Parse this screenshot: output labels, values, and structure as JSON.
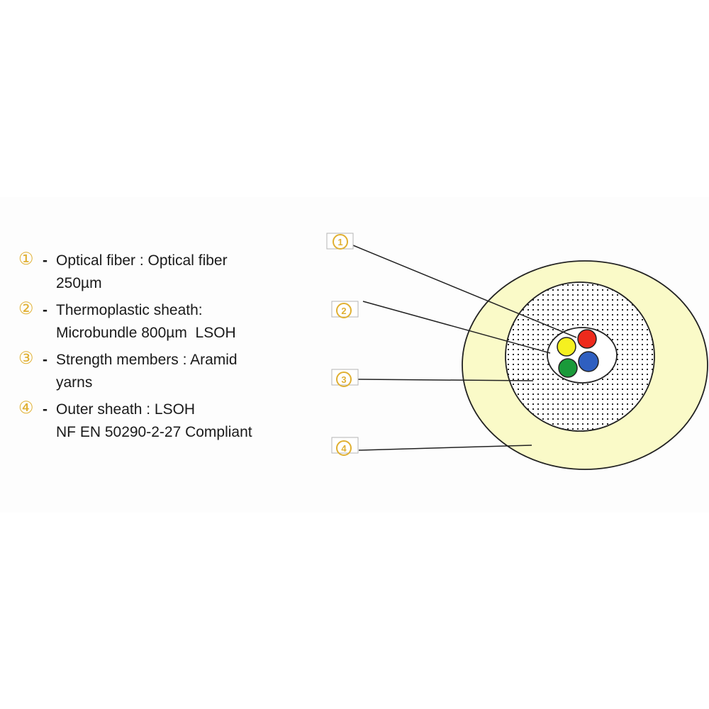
{
  "legend": {
    "items": [
      {
        "num": "①",
        "line1": "Optical fiber : Optical fiber",
        "line2": "250µm"
      },
      {
        "num": "②",
        "line1": "Thermoplastic sheath:",
        "line2": "Microbundle 800µm  LSOH"
      },
      {
        "num": "③",
        "line1": "Strength members : Aramid",
        "line2": "yarns"
      },
      {
        "num": "④",
        "line1": "Outer sheath : LSOH",
        "line2": "NF EN 50290-2-27 Compliant"
      }
    ],
    "dash": "-"
  },
  "callouts": [
    {
      "label": "①",
      "target": "optical-fiber"
    },
    {
      "label": "②",
      "target": "thermoplastic-sheath"
    },
    {
      "label": "③",
      "target": "strength-members"
    },
    {
      "label": "④",
      "target": "outer-sheath"
    }
  ],
  "colors": {
    "accent": "#e0b032",
    "outer_sheath": "#fafac8",
    "fiber_yellow": "#f5f020",
    "fiber_red": "#ee2a1c",
    "fiber_green": "#1a9a3a",
    "fiber_blue": "#2f5fc0"
  }
}
